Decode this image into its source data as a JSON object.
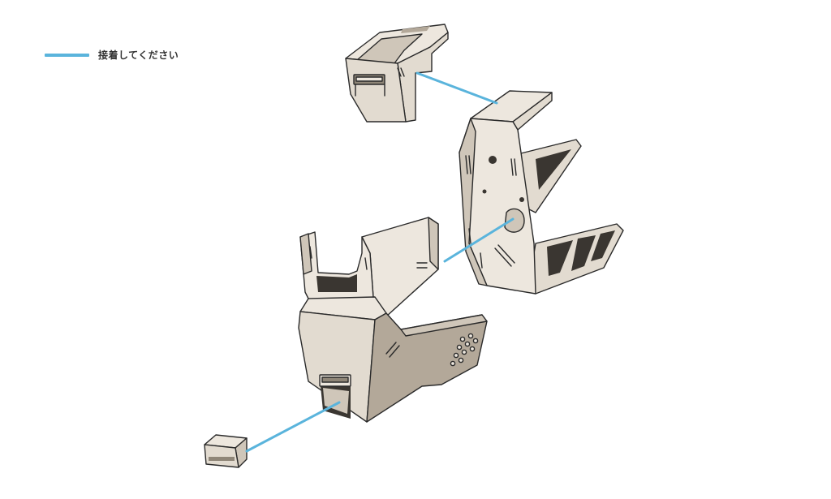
{
  "legend": {
    "label": "接着してください",
    "line_color": "#5ab4dc"
  },
  "colors": {
    "part_light": "#ede7de",
    "part_mid": "#cfc6b9",
    "part_dark": "#8f8678",
    "outline": "#2a2a2a"
  },
  "parts": {
    "top": "top-cover-part",
    "right": "side-bracket-part",
    "main": "main-housing-part",
    "small": "small-block-part"
  }
}
